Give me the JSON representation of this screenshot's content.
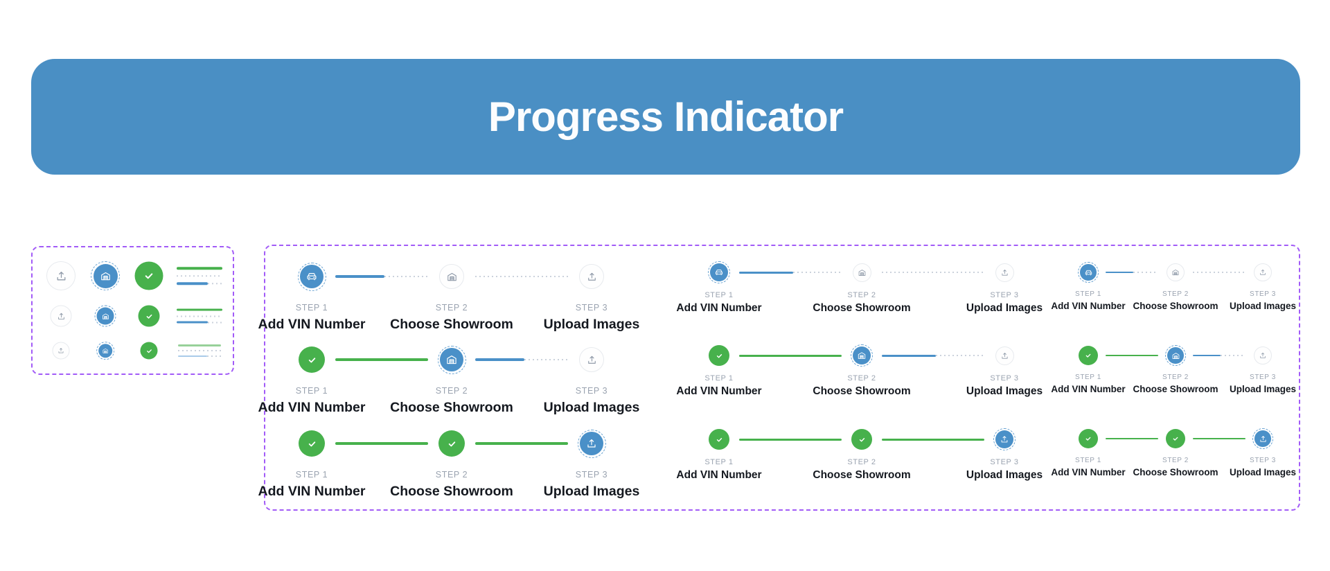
{
  "header": {
    "title": "Progress Indicator"
  },
  "colors": {
    "banner_blue": "#4A8FC4",
    "active_blue": "#4A90C8",
    "done_green": "#47B14C",
    "light_green": "#97D199",
    "light_blue": "#A9CBE9",
    "circle_border": "#E7EAEE",
    "muted_icon": "#8E99A8",
    "dotted_gray": "#CBD2DC",
    "caption_gray": "#9AA3B0",
    "label_dark": "#14181F",
    "outline_purple": "#A25BF7"
  },
  "stepper": {
    "steps": [
      {
        "caption": "STEP 1",
        "title": "Add VIN Number",
        "icon": "car-icon"
      },
      {
        "caption": "STEP 2",
        "title": "Choose Showroom",
        "icon": "showroom-icon"
      },
      {
        "caption": "STEP 3",
        "title": "Upload Images",
        "icon": "upload-icon"
      }
    ],
    "rows": [
      {
        "name": "step-1-active",
        "states": [
          "active",
          "upcoming",
          "upcoming"
        ],
        "connectors": [
          "partial",
          "pending"
        ]
      },
      {
        "name": "step-2-active",
        "states": [
          "done",
          "active",
          "upcoming"
        ],
        "connectors": [
          "complete",
          "partial"
        ]
      },
      {
        "name": "step-3-active",
        "states": [
          "done",
          "done",
          "active"
        ],
        "connectors": [
          "complete",
          "complete"
        ]
      }
    ],
    "sizes": [
      "large",
      "medium",
      "small"
    ]
  },
  "legend": {
    "rows": [
      "large",
      "medium",
      "small"
    ],
    "items": [
      "upload-step-circle",
      "active-showroom-circle",
      "done-check-circle",
      "connector-line-samples"
    ]
  }
}
